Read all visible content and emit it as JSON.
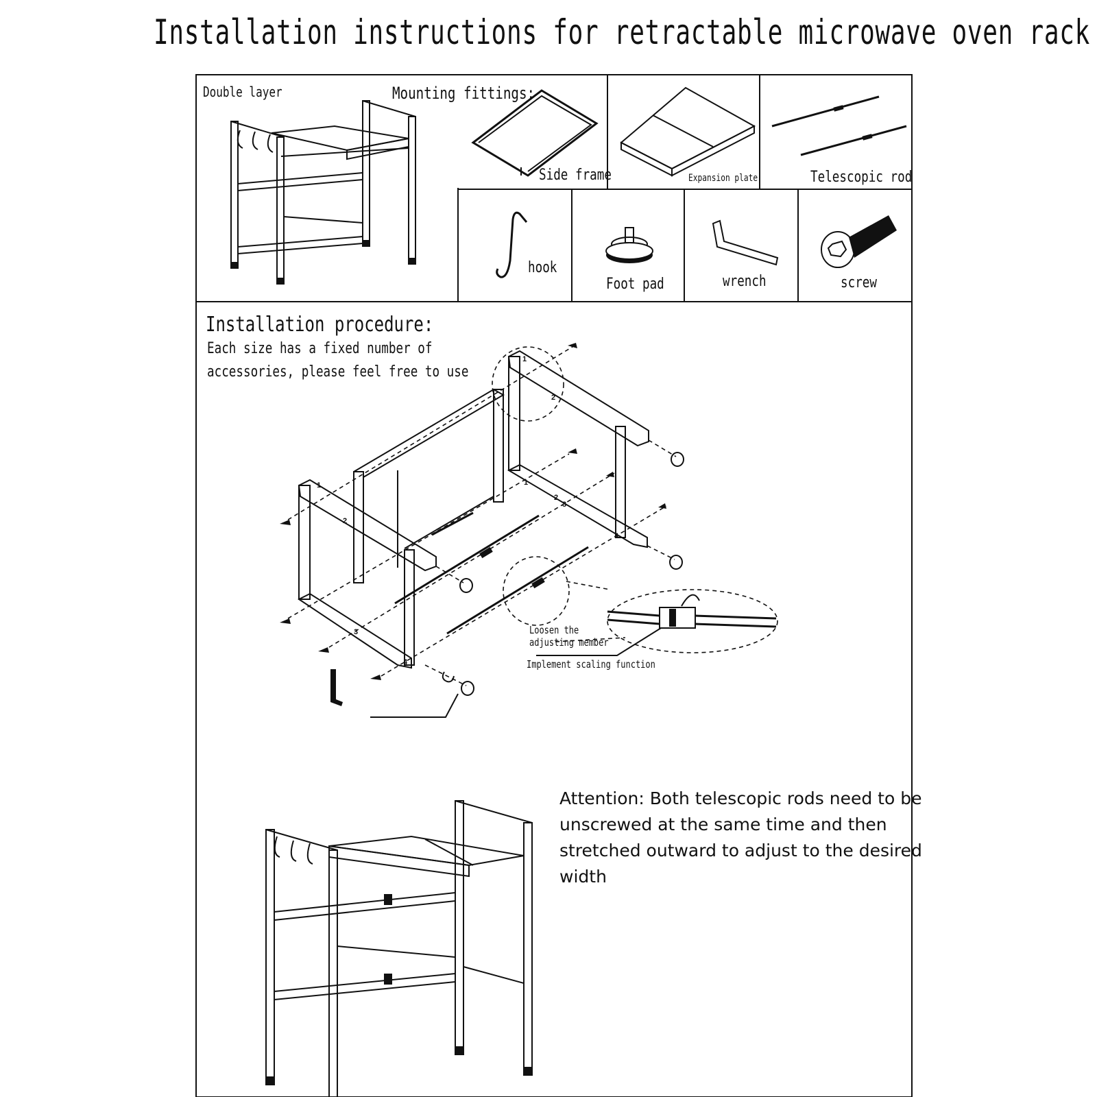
{
  "title": "Installation instructions for retractable microwave oven rack",
  "parts_section": {
    "double_layer_label": "Double layer",
    "mounting_fittings_label": "Mounting fittings:",
    "parts": [
      {
        "label": "Side frame",
        "icon": "side-frame-icon"
      },
      {
        "label": "Expansion plate",
        "icon": "expansion-plate-icon"
      },
      {
        "label": "Telescopic rod",
        "icon": "telescopic-rod-icon"
      },
      {
        "label": "hook",
        "icon": "hook-icon"
      },
      {
        "label": "Foot pad",
        "icon": "foot-pad-icon"
      },
      {
        "label": "wrench",
        "icon": "wrench-icon"
      },
      {
        "label": "screw",
        "icon": "screw-icon"
      }
    ]
  },
  "procedure": {
    "heading": "Installation procedure:",
    "line1": "Each size has a fixed number of",
    "line2": "accessories, please feel free to use",
    "callout_loosen_1": "Loosen the",
    "callout_loosen_2": "adjusting member",
    "callout_scaling": "Implement scaling function",
    "markers": [
      "1",
      "2",
      "1",
      "2",
      "3",
      "4",
      "1",
      "2",
      "3",
      "4"
    ]
  },
  "attention": "Attention: Both telescopic rods need to be unscrewed at the same time and then stretched outward to adjust to the desired width"
}
